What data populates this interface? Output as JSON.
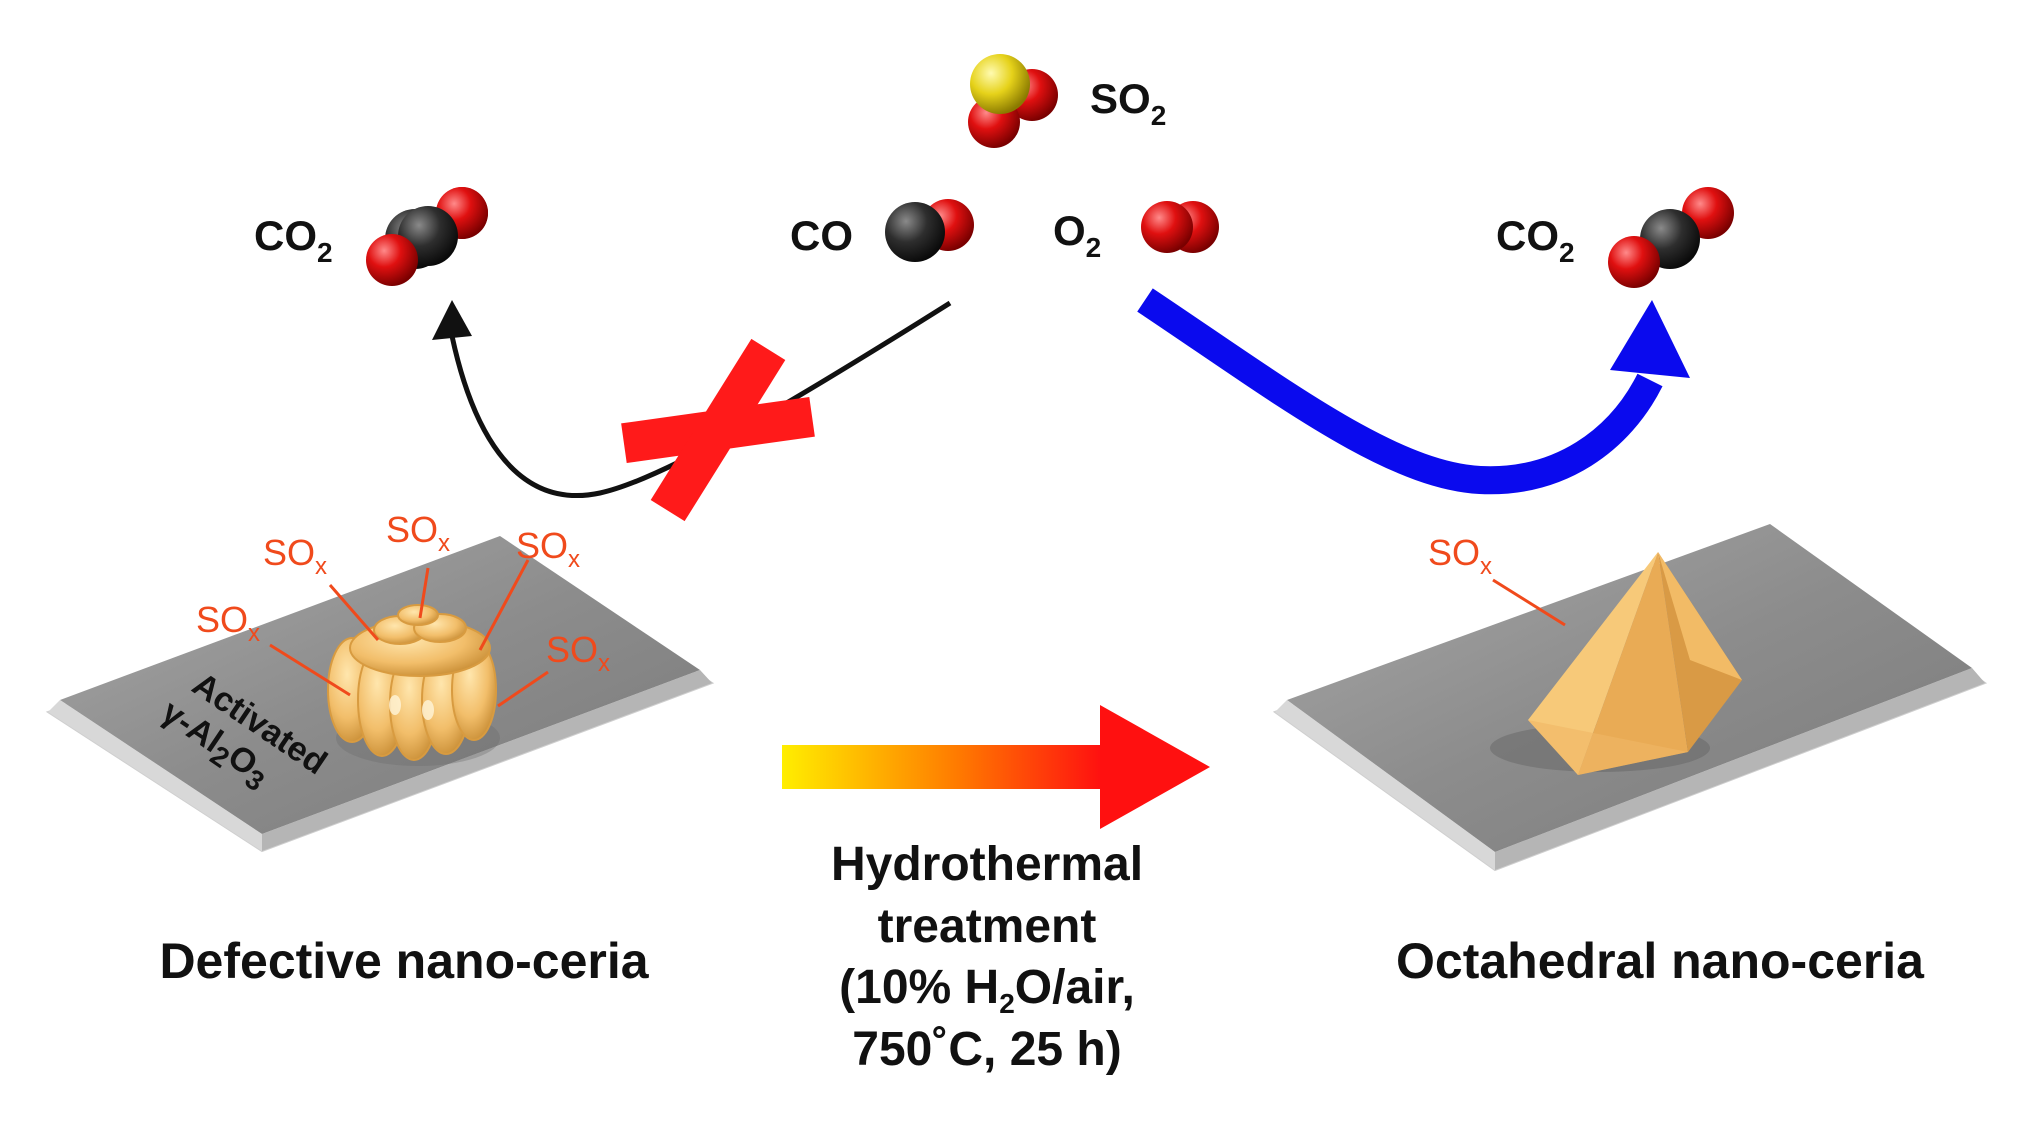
{
  "molecules": {
    "so2": {
      "main": "SO",
      "sub": "2"
    },
    "co2_left": {
      "main": "CO",
      "sub": "2"
    },
    "co": {
      "main": "CO"
    },
    "o2": {
      "main": "O",
      "sub": "2"
    },
    "co2_right": {
      "main": "CO",
      "sub": "2"
    }
  },
  "sox_label": {
    "main": "SO",
    "sub": "x"
  },
  "support_label": {
    "line1": "Activated",
    "line2_prefix": "γ-Al",
    "line2_sub1": "2",
    "line2_mid": "O",
    "line2_sub2": "3"
  },
  "captions": {
    "left": "Defective nano-ceria",
    "right": "Octahedral nano-ceria"
  },
  "treatment": {
    "line1": "Hydrothermal",
    "line2": "treatment",
    "line3_prefix": "(10% H",
    "line3_sub": "2",
    "line3_suffix": "O/air,",
    "line4": "750˚C, 25 h)"
  },
  "colors": {
    "oxygen": "#e01010",
    "carbon": "#2a2a2a",
    "sulfur": "#e6d21a",
    "sox_text": "#f04a1c",
    "blocked_mark": "#ff1a1a",
    "active_path": "#0a0aee",
    "ceria": "#f2be6a",
    "substrate": "#8f8f8f",
    "treatment_gradient_start": "#ffee00",
    "treatment_gradient_end": "#ff1010"
  }
}
